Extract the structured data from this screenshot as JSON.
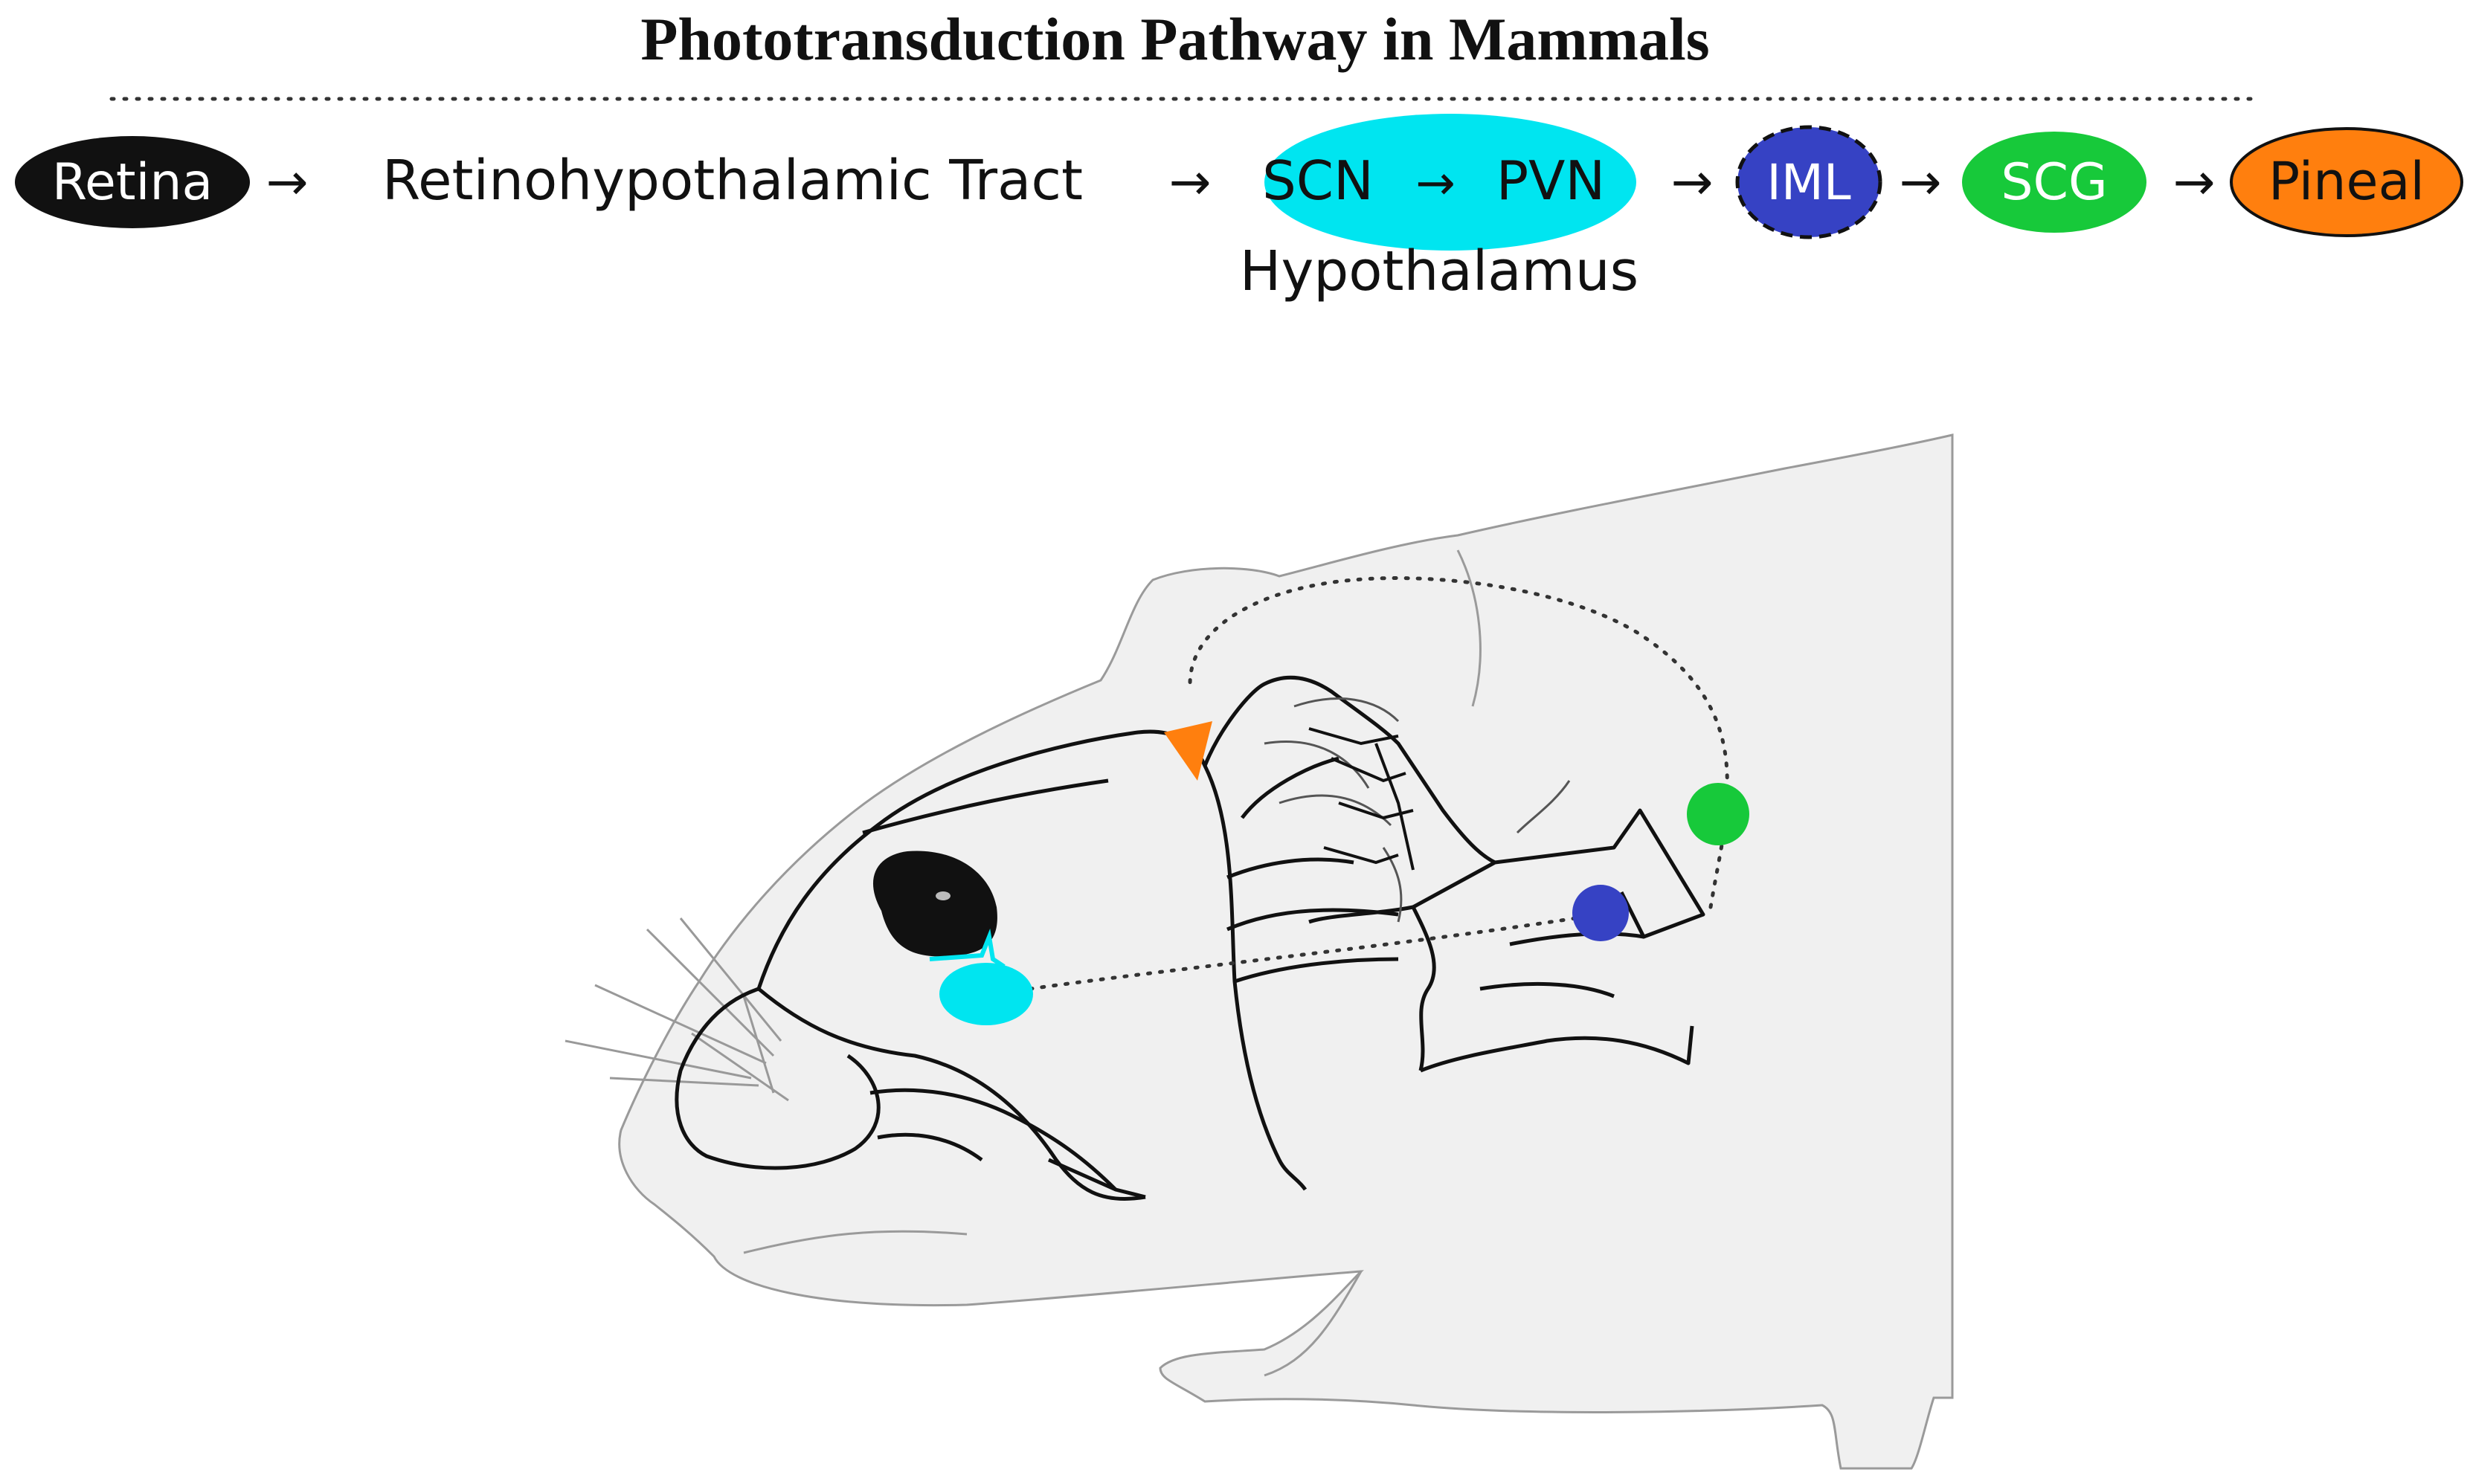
{
  "title": "Phototransduction Pathway in Mammals",
  "pathway": {
    "nodes": [
      {
        "id": "retina",
        "label": "Retina",
        "fill": "#111111",
        "text_color": "#ffffff",
        "dashed": false
      },
      {
        "id": "tract",
        "label": "Retinohypothalamic Tract"
      },
      {
        "id": "scn_pvn",
        "label_a": "SCN",
        "label_b": "PVN",
        "fill": "#00e5f0",
        "text_color": "#111111",
        "dashed": false
      },
      {
        "id": "iml",
        "label": "IML",
        "fill": "#3642c4",
        "text_color": "#ffffff",
        "dashed": true
      },
      {
        "id": "scg",
        "label": "SCG",
        "fill": "#17c93a",
        "text_color": "#ffffff",
        "dashed": false
      },
      {
        "id": "pineal",
        "label": "Pineal",
        "fill": "#ff7f0e",
        "text_color": "#111111",
        "dashed": false
      }
    ],
    "arrow": "→",
    "sublabel": "Hypothalamus"
  },
  "illustration": {
    "subject": "rodent-head-with-brain",
    "markers": [
      {
        "id": "retina-eye",
        "color": "#111111"
      },
      {
        "id": "scn-marker",
        "color": "#00e5f0"
      },
      {
        "id": "pineal-marker",
        "color": "#ff7f0e"
      },
      {
        "id": "iml-marker",
        "color": "#3642c4"
      },
      {
        "id": "scg-marker",
        "color": "#17c93a"
      }
    ],
    "body_color": "#f0f0f0",
    "outline_color": "#111111"
  }
}
